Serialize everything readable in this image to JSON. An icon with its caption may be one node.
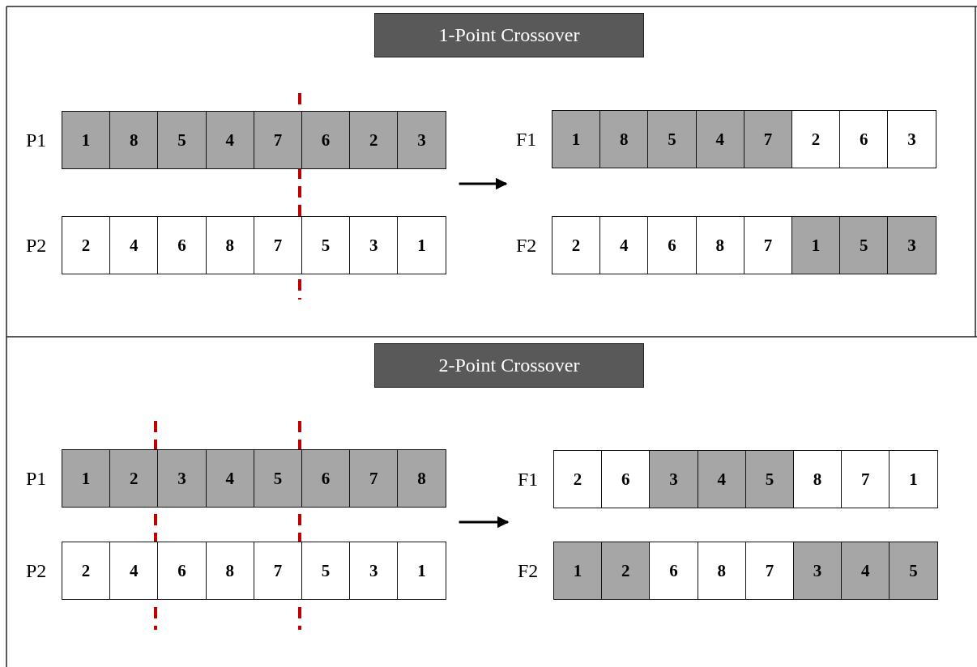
{
  "diagram": {
    "nodes": [
      {
        "text": [
          "1-Point Crossover"
        ]
      },
      {
        "text": [
          "P1"
        ]
      },
      {
        "text": [
          "1"
        ],
        "in": 1
      },
      {
        "text": [
          "8"
        ],
        "in": 1
      },
      {
        "text": [
          "5"
        ],
        "in": 1
      },
      {
        "text": [
          "4"
        ],
        "in": 1
      },
      {
        "text": [
          "7"
        ],
        "in": 1
      },
      {
        "text": [
          "6"
        ],
        "in": 1
      },
      {
        "text": [
          "2"
        ],
        "in": 1
      },
      {
        "text": [
          "3"
        ],
        "in": 1
      },
      {
        "text": [
          "P2"
        ]
      },
      {
        "text": [
          "2"
        ],
        "in": 10
      },
      {
        "text": [
          "4"
        ],
        "in": 10
      },
      {
        "text": [
          "6"
        ],
        "in": 10
      },
      {
        "text": [
          "8"
        ],
        "in": 10
      },
      {
        "text": [
          "7"
        ],
        "in": 10
      },
      {
        "text": [
          "5"
        ],
        "in": 10
      },
      {
        "text": [
          "3"
        ],
        "in": 10
      },
      {
        "text": [
          "1"
        ],
        "in": 10
      },
      {
        "text": [
          "F1"
        ]
      },
      {
        "text": [
          "1"
        ],
        "in": 19
      },
      {
        "text": [
          "8"
        ],
        "in": 19
      },
      {
        "text": [
          "5"
        ],
        "in": 19
      },
      {
        "text": [
          "4"
        ],
        "in": 19
      },
      {
        "text": [
          "7"
        ],
        "in": 19
      },
      {
        "text": [
          "2"
        ],
        "in": 19
      },
      {
        "text": [
          "6"
        ],
        "in": 19
      },
      {
        "text": [
          "3"
        ],
        "in": 19
      },
      {
        "text": [
          "F2"
        ]
      },
      {
        "text": [
          "2"
        ],
        "in": 28
      },
      {
        "text": [
          "4"
        ],
        "in": 28
      },
      {
        "text": [
          "6"
        ],
        "in": 28
      },
      {
        "text": [
          "8"
        ],
        "in": 28
      },
      {
        "text": [
          "7"
        ],
        "in": 28
      },
      {
        "text": [
          "1"
        ],
        "in": 28
      },
      {
        "text": [
          "5"
        ],
        "in": 28
      },
      {
        "text": [
          "3"
        ],
        "in": 28
      },
      {
        "text": [
          "2-Point Crossover"
        ]
      },
      {
        "text": [
          "P1"
        ]
      },
      {
        "text": [
          "1"
        ],
        "in": 38
      },
      {
        "text": [
          "2"
        ],
        "in": 38
      },
      {
        "text": [
          "3"
        ],
        "in": 38
      },
      {
        "text": [
          "4"
        ],
        "in": 38
      },
      {
        "text": [
          "5"
        ],
        "in": 38
      },
      {
        "text": [
          "6"
        ],
        "in": 38
      },
      {
        "text": [
          "7"
        ],
        "in": 38
      },
      {
        "text": [
          "8"
        ],
        "in": 38
      },
      {
        "text": [
          "P2"
        ]
      },
      {
        "text": [
          "2"
        ],
        "in": 47
      },
      {
        "text": [
          "4"
        ],
        "in": 47
      },
      {
        "text": [
          "6"
        ],
        "in": 47
      },
      {
        "text": [
          "8"
        ],
        "in": 47
      },
      {
        "text": [
          "7"
        ],
        "in": 47
      },
      {
        "text": [
          "5"
        ],
        "in": 47
      },
      {
        "text": [
          "3"
        ],
        "in": 47
      },
      {
        "text": [
          "1"
        ],
        "in": 47
      },
      {
        "text": [
          "F1"
        ]
      },
      {
        "text": [
          "2"
        ],
        "in": 56
      },
      {
        "text": [
          "6"
        ],
        "in": 56
      },
      {
        "text": [
          "3"
        ],
        "in": 56
      },
      {
        "text": [
          "4"
        ],
        "in": 56
      },
      {
        "text": [
          "5"
        ],
        "in": 56
      },
      {
        "text": [
          "8"
        ],
        "in": 56
      },
      {
        "text": [
          "7"
        ],
        "in": 56
      },
      {
        "text": [
          "1"
        ],
        "in": 56
      },
      {
        "text": [
          "F2"
        ]
      },
      {
        "text": [
          "1"
        ],
        "in": 65
      },
      {
        "text": [
          "2"
        ],
        "in": 65
      },
      {
        "text": [
          "6"
        ],
        "in": 65
      },
      {
        "text": [
          "8"
        ],
        "in": 65
      },
      {
        "text": [
          "7"
        ],
        "in": 65
      },
      {
        "text": [
          "3"
        ],
        "in": 65
      },
      {
        "text": [
          "4"
        ],
        "in": 65
      },
      {
        "text": [
          "5"
        ],
        "in": 65
      }
    ],
    "edges": [
      {
        "from": 1,
        "to": 19,
        "arrow": "to"
      },
      {
        "from": 38,
        "to": 56,
        "arrow": "to"
      }
    ]
  }
}
